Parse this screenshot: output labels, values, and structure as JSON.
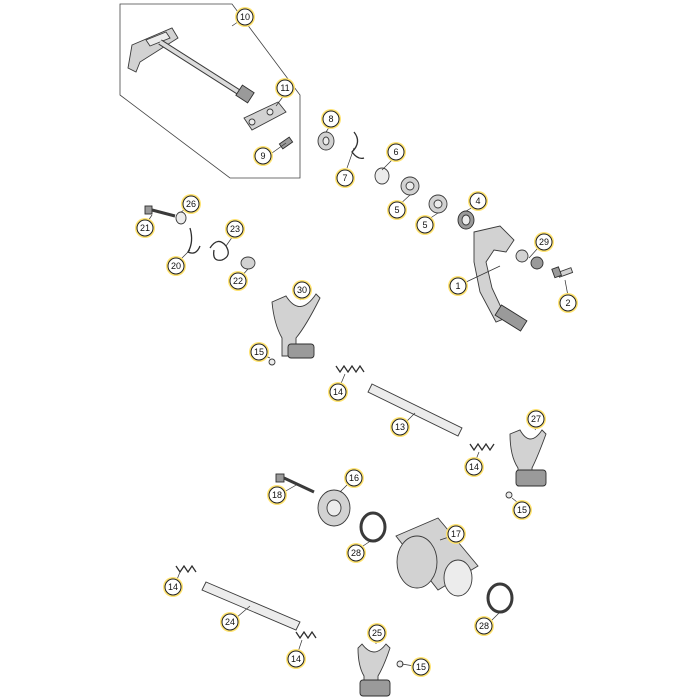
{
  "diagram": {
    "callouts": {
      "c1": "1",
      "c2": "2",
      "c4": "4",
      "c5a": "5",
      "c5b": "5",
      "c6": "6",
      "c7": "7",
      "c8": "8",
      "c9": "9",
      "c10": "10",
      "c11": "11",
      "c13": "13",
      "c14a": "14",
      "c14b": "14",
      "c14c": "14",
      "c14d": "14",
      "c15a": "15",
      "c15b": "15",
      "c15c": "15",
      "c16": "16",
      "c17": "17",
      "c18": "18",
      "c20": "20",
      "c21": "21",
      "c22": "22",
      "c23": "23",
      "c24": "24",
      "c25": "25",
      "c26": "26",
      "c27": "27",
      "c28a": "28",
      "c28b": "28",
      "c29": "29",
      "c30": "30"
    },
    "callout_highlight_color": "#ffe36e",
    "line_color": "#333333"
  }
}
